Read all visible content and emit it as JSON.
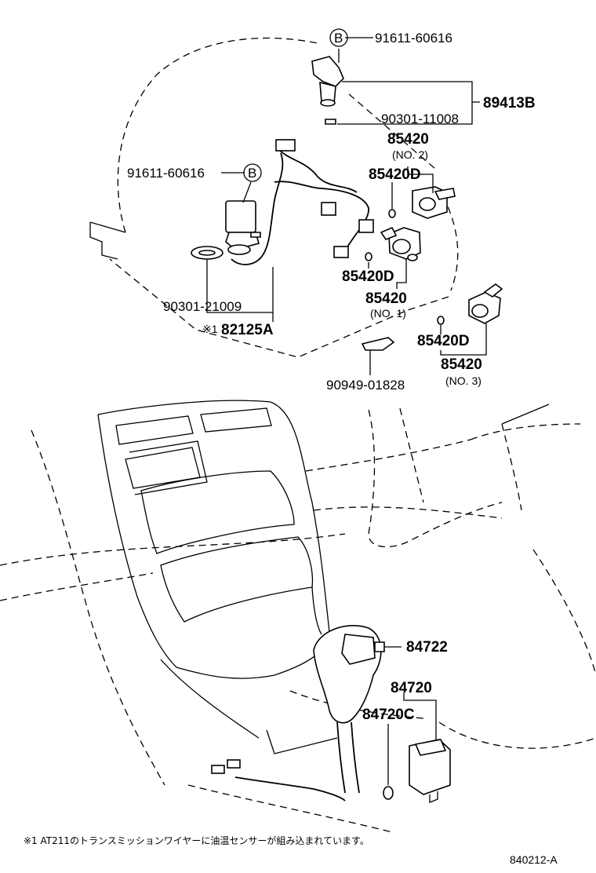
{
  "labels": {
    "b_top": "B",
    "pn_91611_top": "91611-60616",
    "pn_89413b": "89413B",
    "pn_90301_11008": "90301-11008",
    "pn_85420_no2": "85420",
    "no2": "(NO. 2)",
    "pn_85420d_a": "85420D",
    "pn_91611_left": "91611-60616",
    "b_left": "B",
    "pn_85420d_b": "85420D",
    "pn_85420_no1": "85420",
    "no1": "(NO. 1)",
    "pn_90301_21009": "90301-21009",
    "note_mark": "※1",
    "pn_82125a": "82125A",
    "pn_85420d_c": "85420D",
    "pn_85420_no3": "85420",
    "no3": "(NO. 3)",
    "pn_90949_01828": "90949-01828",
    "pn_84722": "84722",
    "pn_84720": "84720",
    "pn_84720c": "84720C"
  },
  "footnote": "※1 AT211のトランスミッションワイヤーに油温センサーが組み込まれています。",
  "figure_code": "840212-A"
}
